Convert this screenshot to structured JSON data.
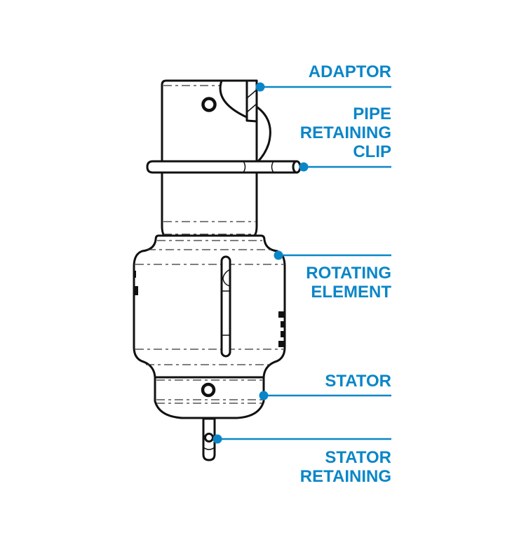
{
  "diagram": {
    "accent_color": "#0a86c8",
    "labels": {
      "adaptor": [
        "ADAPTOR"
      ],
      "pipe_retaining_clip": [
        "PIPE",
        "RETAINING",
        "CLIP"
      ],
      "rotating_element": [
        "ROTATING",
        "ELEMENT"
      ],
      "stator": [
        "STATOR"
      ],
      "stator_retaining": [
        "STATOR",
        "RETAINING"
      ]
    }
  }
}
